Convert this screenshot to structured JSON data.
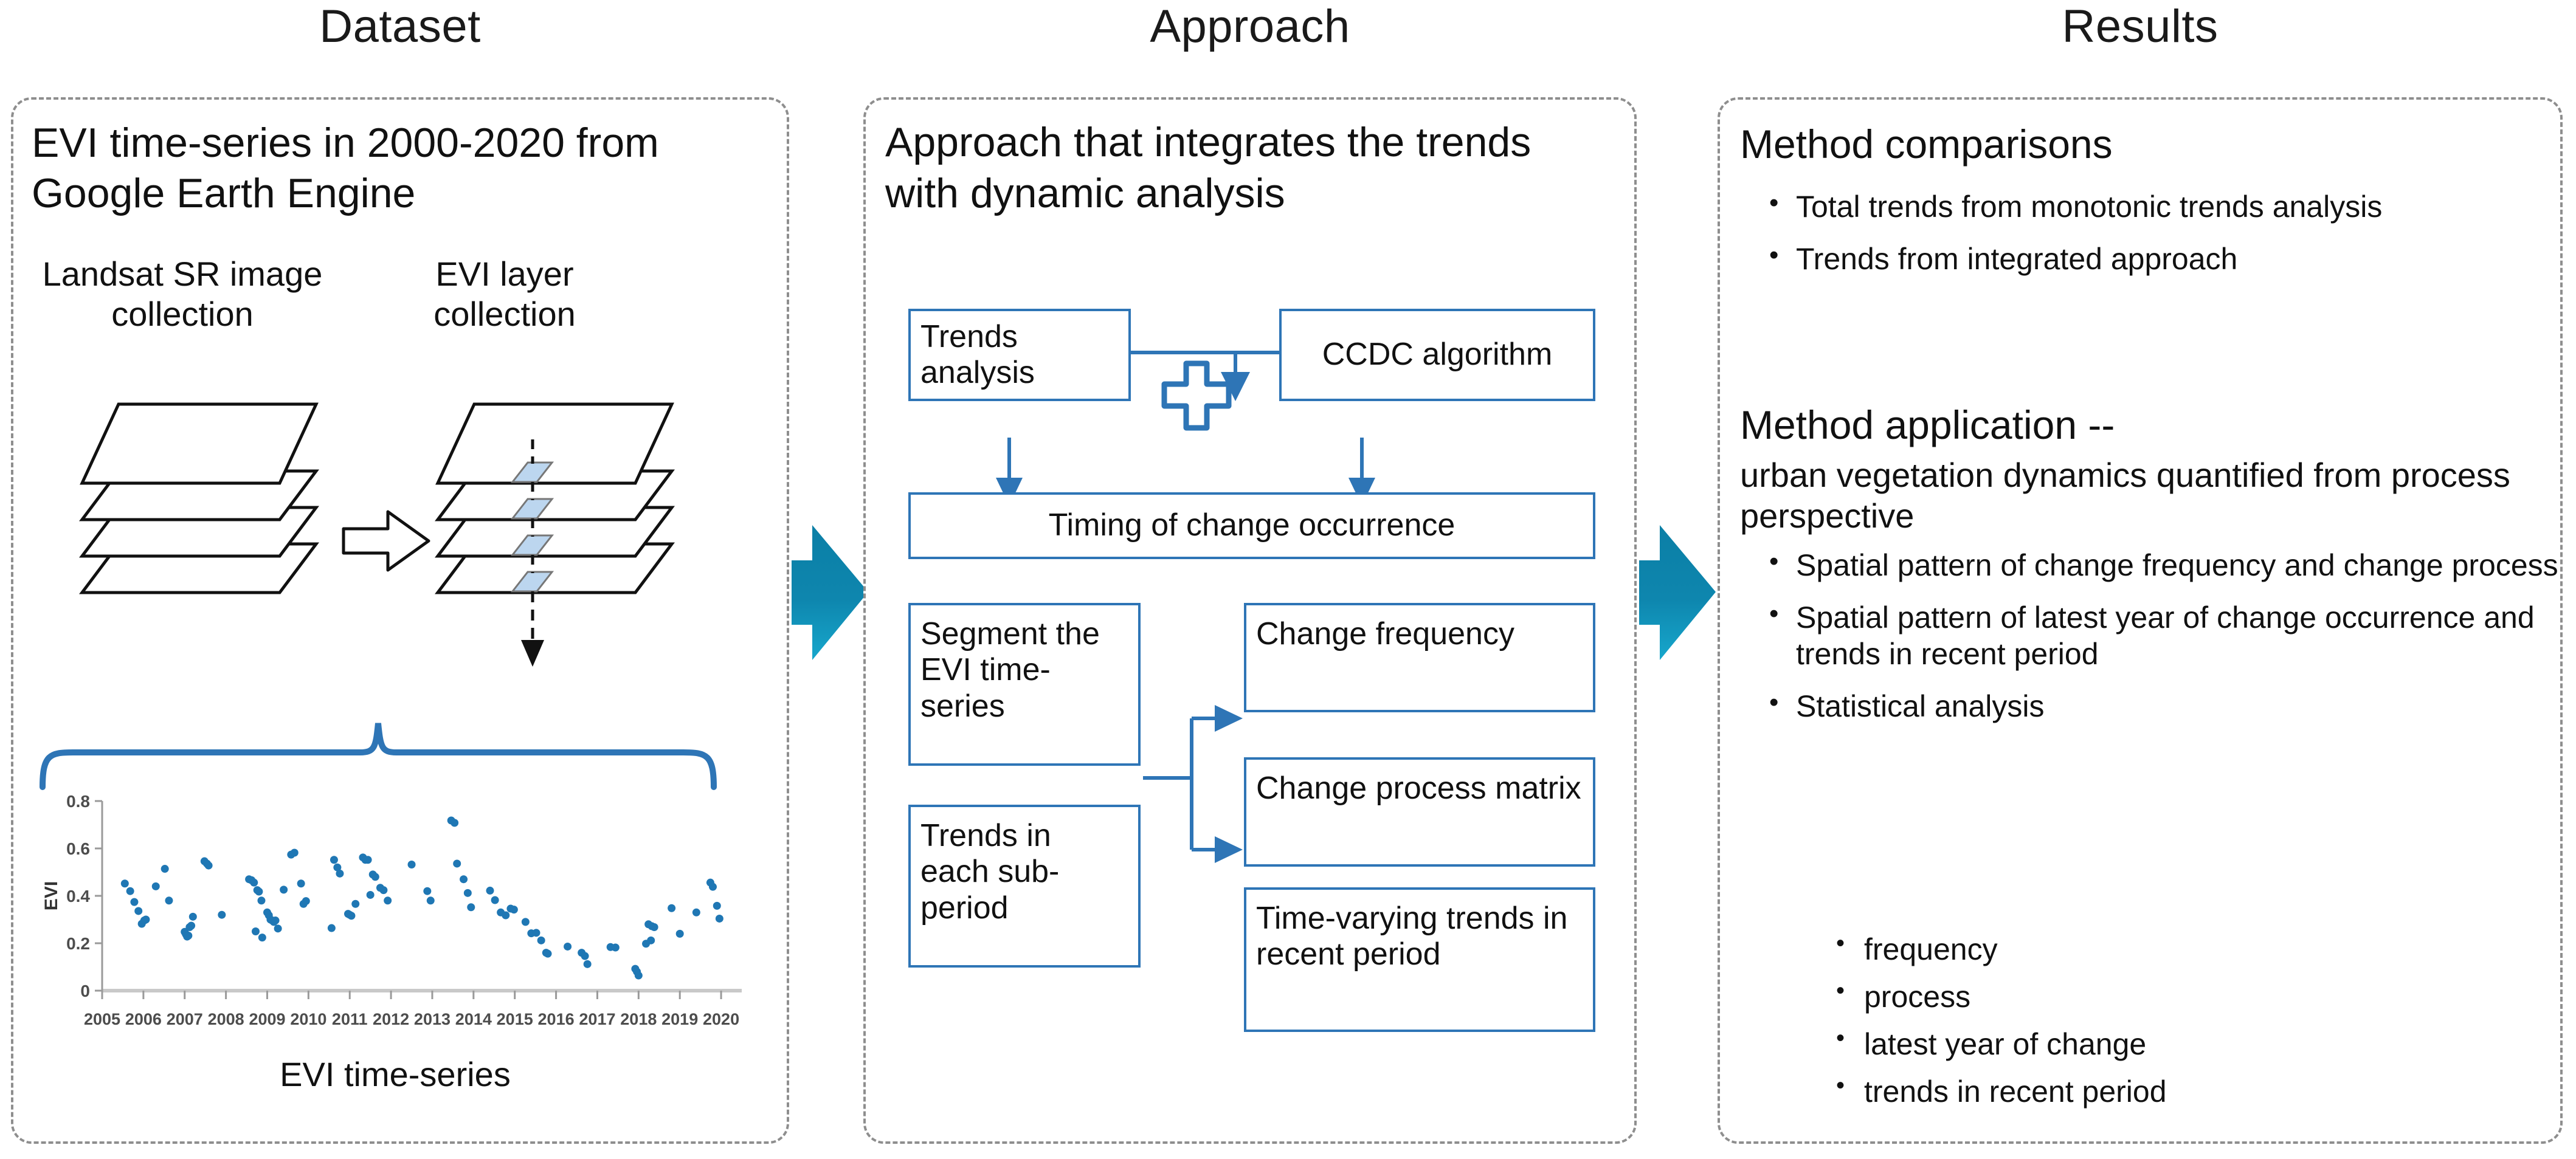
{
  "columns": [
    {
      "title": "Dataset"
    },
    {
      "title": "Approach"
    },
    {
      "title": "Results"
    }
  ],
  "dataset": {
    "heading": "EVI time-series in 2000-2020 from Google Earth Engine",
    "sub_left": "Landsat SR image collection",
    "sub_right": "EVI layer collection",
    "caption": "EVI time-series"
  },
  "approach": {
    "heading": "Approach that integrates the trends with dynamic analysis",
    "boxes": {
      "trends_analysis": "Trends analysis",
      "ccdc_algorithm": "CCDC algorithm",
      "timing": "Timing of change occurrence",
      "segment": "Segment the EVI time-series",
      "change_frequency": "Change frequency",
      "trends_subperiod": "Trends in each sub-period",
      "change_process_matrix": "Change process matrix",
      "time_varying": "Time-varying trends in recent period"
    },
    "operator": "plus-sign"
  },
  "results": {
    "heading_1": "Method comparisons",
    "bullets_1": [
      "Total trends from monotonic trends analysis",
      "Trends from integrated approach"
    ],
    "heading_2": "Method application --",
    "subheading_2": "urban vegetation dynamics quantified from process perspective",
    "bullets_2": [
      "Spatial pattern of change frequency and change process",
      "Spatial pattern of latest year of change occurrence and trends in recent period",
      "Statistical analysis"
    ],
    "bullets_3": [
      "frequency",
      "process",
      "latest year of change",
      "trends in recent period"
    ]
  },
  "colors": {
    "teal_arrow": "#0E86AE",
    "box_border": "#2E75B6",
    "panel_border": "#8e8e8e",
    "scatter_point": "#1f77b4",
    "brace": "#2E75B6"
  },
  "chart_data": {
    "type": "scatter",
    "title": "",
    "xlabel": "",
    "ylabel": "EVI",
    "xlim": [
      2005,
      2020.5
    ],
    "ylim": [
      0,
      0.8
    ],
    "xticks": [
      2005,
      2006,
      2007,
      2008,
      2009,
      2010,
      2011,
      2012,
      2013,
      2014,
      2015,
      2016,
      2017,
      2018,
      2019,
      2020
    ],
    "yticks": [
      0,
      0.2,
      0.4,
      0.6,
      0.8
    ],
    "grid": false,
    "legend": "none",
    "series": [
      {
        "name": "EVI",
        "color": "#1f77b4",
        "points": [
          [
            2005.55,
            0.452
          ],
          [
            2005.68,
            0.42
          ],
          [
            2005.78,
            0.374
          ],
          [
            2005.88,
            0.336
          ],
          [
            2005.96,
            0.282
          ],
          [
            2006.02,
            0.296
          ],
          [
            2006.06,
            0.3
          ],
          [
            2006.3,
            0.44
          ],
          [
            2006.52,
            0.514
          ],
          [
            2006.62,
            0.38
          ],
          [
            2007.0,
            0.248
          ],
          [
            2007.03,
            0.238
          ],
          [
            2007.06,
            0.228
          ],
          [
            2007.09,
            0.232
          ],
          [
            2007.12,
            0.268
          ],
          [
            2007.16,
            0.274
          ],
          [
            2007.2,
            0.312
          ],
          [
            2007.48,
            0.546
          ],
          [
            2007.54,
            0.536
          ],
          [
            2007.58,
            0.528
          ],
          [
            2007.9,
            0.32
          ],
          [
            2008.56,
            0.47
          ],
          [
            2008.62,
            0.466
          ],
          [
            2008.68,
            0.456
          ],
          [
            2008.76,
            0.424
          ],
          [
            2008.8,
            0.418
          ],
          [
            2008.86,
            0.38
          ],
          [
            2008.72,
            0.25
          ],
          [
            2008.88,
            0.224
          ],
          [
            2009.0,
            0.33
          ],
          [
            2009.04,
            0.318
          ],
          [
            2009.08,
            0.3
          ],
          [
            2009.12,
            0.296
          ],
          [
            2009.16,
            0.29
          ],
          [
            2009.2,
            0.296
          ],
          [
            2009.26,
            0.262
          ],
          [
            2009.4,
            0.426
          ],
          [
            2009.58,
            0.574
          ],
          [
            2009.66,
            0.582
          ],
          [
            2009.82,
            0.452
          ],
          [
            2009.88,
            0.366
          ],
          [
            2009.94,
            0.378
          ],
          [
            2010.56,
            0.264
          ],
          [
            2010.62,
            0.552
          ],
          [
            2010.7,
            0.52
          ],
          [
            2010.76,
            0.494
          ],
          [
            2010.96,
            0.324
          ],
          [
            2011.0,
            0.32
          ],
          [
            2011.04,
            0.316
          ],
          [
            2011.14,
            0.366
          ],
          [
            2011.32,
            0.562
          ],
          [
            2011.38,
            0.552
          ],
          [
            2011.44,
            0.552
          ],
          [
            2011.5,
            0.404
          ],
          [
            2011.56,
            0.49
          ],
          [
            2011.62,
            0.48
          ],
          [
            2011.74,
            0.434
          ],
          [
            2011.82,
            0.424
          ],
          [
            2011.92,
            0.38
          ],
          [
            2012.5,
            0.532
          ],
          [
            2012.88,
            0.42
          ],
          [
            2012.96,
            0.38
          ],
          [
            2013.46,
            0.718
          ],
          [
            2013.54,
            0.708
          ],
          [
            2013.6,
            0.536
          ],
          [
            2013.76,
            0.47
          ],
          [
            2013.86,
            0.412
          ],
          [
            2013.94,
            0.352
          ],
          [
            2014.4,
            0.422
          ],
          [
            2014.52,
            0.382
          ],
          [
            2014.66,
            0.33
          ],
          [
            2014.78,
            0.318
          ],
          [
            2014.9,
            0.346
          ],
          [
            2014.98,
            0.342
          ],
          [
            2015.26,
            0.29
          ],
          [
            2015.4,
            0.242
          ],
          [
            2015.52,
            0.244
          ],
          [
            2015.64,
            0.212
          ],
          [
            2015.76,
            0.16
          ],
          [
            2015.8,
            0.156
          ],
          [
            2016.28,
            0.186
          ],
          [
            2016.62,
            0.16
          ],
          [
            2016.7,
            0.146
          ],
          [
            2016.76,
            0.112
          ],
          [
            2017.32,
            0.184
          ],
          [
            2017.44,
            0.182
          ],
          [
            2017.92,
            0.092
          ],
          [
            2017.96,
            0.08
          ],
          [
            2018.0,
            0.064
          ],
          [
            2018.18,
            0.198
          ],
          [
            2018.3,
            0.212
          ],
          [
            2018.24,
            0.28
          ],
          [
            2018.32,
            0.272
          ],
          [
            2018.38,
            0.268
          ],
          [
            2018.8,
            0.348
          ],
          [
            2019.0,
            0.24
          ],
          [
            2019.4,
            0.33
          ],
          [
            2019.74,
            0.456
          ],
          [
            2019.8,
            0.438
          ],
          [
            2019.9,
            0.358
          ],
          [
            2019.96,
            0.304
          ]
        ]
      }
    ]
  }
}
